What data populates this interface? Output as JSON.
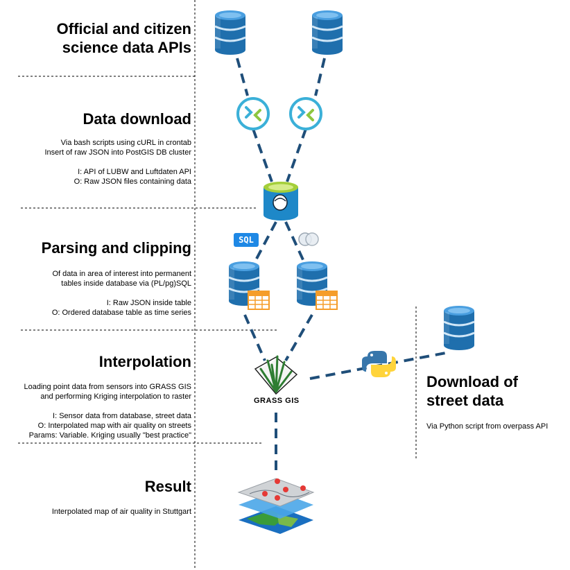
{
  "sections": {
    "apis": {
      "title_line1": "Official and citizen",
      "title_line2": "science data APIs"
    },
    "download": {
      "title": "Data download",
      "desc": [
        "Via bash scripts using cURL in crontab",
        "Insert of raw JSON into PostGIS DB cluster"
      ],
      "io": [
        "I: API of LUBW and Luftdaten API",
        "O: Raw JSON files containing data"
      ]
    },
    "parsing": {
      "title": "Parsing and clipping",
      "desc": [
        "Of data in area of interest into permanent",
        "tables inside database via (PL/pg)SQL"
      ],
      "io": [
        "I: Raw JSON inside table",
        "O: Ordered database table as time series"
      ]
    },
    "interpolation": {
      "title": "Interpolation",
      "desc": [
        "Loading point data from sensors into GRASS GIS",
        "and performing Kriging interpolation to raster"
      ],
      "io": [
        "I: Sensor data from database, street data",
        "O: Interpolated map with air quality on streets",
        "Params: Variable. Kriging usually \"best practice\""
      ]
    },
    "result": {
      "title": "Result",
      "desc": "Interpolated map of air quality in Stuttgart"
    },
    "street": {
      "title_line1": "Download of",
      "title_line2": "street data",
      "desc": "Via Python script from overpass API"
    }
  },
  "badges": {
    "sql": "SQL",
    "grass": "GRASS GIS"
  },
  "icons": [
    "database-icon",
    "transfer-icon",
    "postgres-icon",
    "sql-badge",
    "merge-icon",
    "table-database-icon",
    "grass-gis-icon",
    "python-icon",
    "map-layers-icon"
  ],
  "colors": {
    "db_blue": "#1f6fad",
    "connector": "#1f4e79",
    "transfer_teal": "#3bb0d8",
    "transfer_green": "#8dc63f",
    "sql_blue": "#1e88e5",
    "python_blue": "#3776ab",
    "python_yellow": "#ffd43b"
  }
}
